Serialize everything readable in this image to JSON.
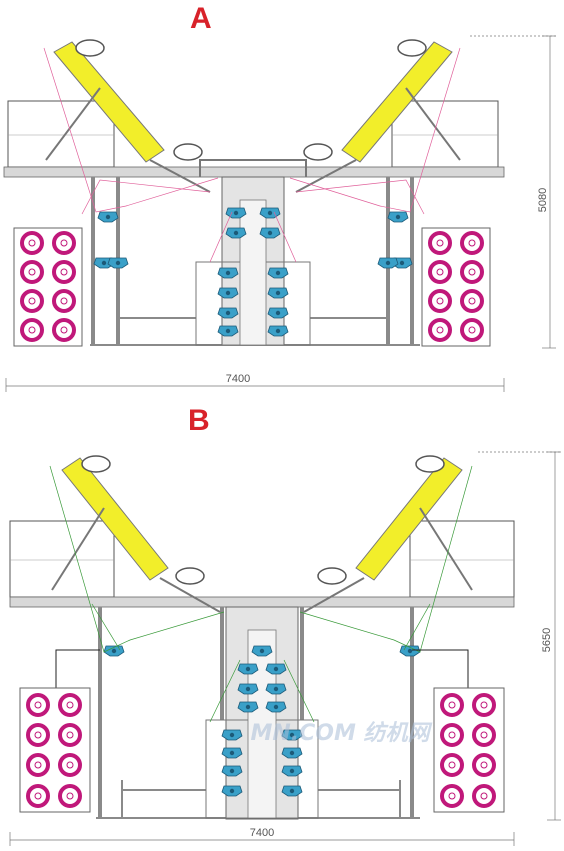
{
  "diagrams": [
    {
      "label": "A",
      "width_label": "7400",
      "height_label": "5080"
    },
    {
      "label": "B",
      "width_label": "7400",
      "height_label": "5650"
    }
  ],
  "watermark": "MN.COM 纺机网",
  "colors": {
    "frame": "#8a8a8a",
    "arm": "#f2ee2a",
    "spool": "#c0187a",
    "head": "#3aa0c8",
    "thread_a": "#e0609a",
    "thread_b": "#3a9a3a",
    "label": "#d8222a"
  }
}
